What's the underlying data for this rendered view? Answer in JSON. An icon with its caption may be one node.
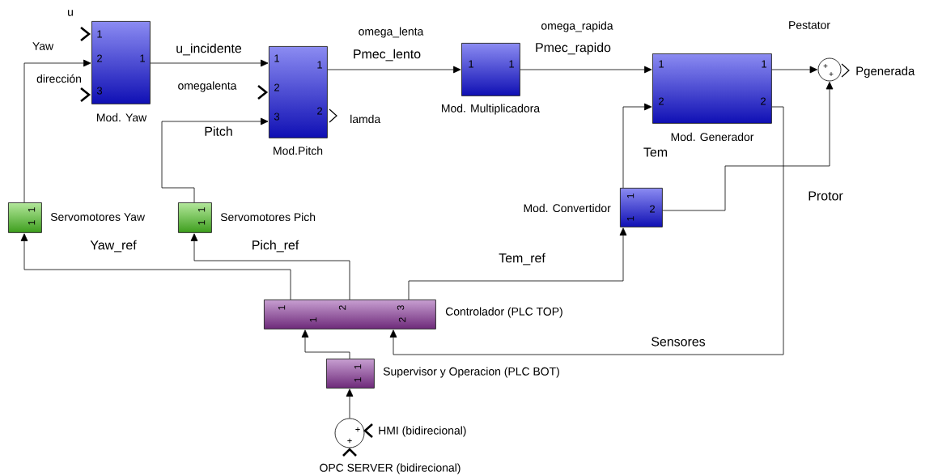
{
  "diagram": {
    "nodes": [
      {
        "text": [
          "1",
          "2",
          "3",
          "1",
          "Mod. Yaw"
        ]
      },
      {
        "text": [
          "1",
          "2",
          "3",
          "1",
          "2",
          "Mod.Pitch"
        ]
      },
      {
        "text": [
          "1",
          "1",
          "Mod. Multiplicadora"
        ]
      },
      {
        "text": [
          "1",
          "2",
          "1",
          "2",
          "Mod. Generador"
        ]
      },
      {
        "text": [
          "+",
          "+"
        ]
      },
      {
        "text": [
          "1",
          "1",
          "Servomotores Yaw"
        ]
      },
      {
        "text": [
          "1",
          "1",
          "Servomotores Pich"
        ]
      },
      {
        "text": [
          "Mod. Convertidor",
          "1",
          "2",
          "1"
        ]
      },
      {
        "text": [
          "1",
          "2",
          "3",
          "1",
          "2",
          "Controlador (PLC TOP)"
        ]
      },
      {
        "text": [
          "1",
          "1",
          "Supervisor y Operacion (PLC BOT)"
        ]
      },
      {
        "text": [
          "+",
          "+"
        ]
      }
    ],
    "edges": [
      {
        "from": 0,
        "to": 1,
        "arrow": "to",
        "label": "u_incidente"
      },
      {
        "from": 1,
        "to": 2,
        "arrow": "to",
        "label": "Pmec_lento"
      },
      {
        "from": 2,
        "to": 3,
        "arrow": "to",
        "label": "Pmec_rapido"
      },
      {
        "from": 3,
        "to": 4,
        "arrow": "to"
      },
      {
        "from": 7,
        "to": 4,
        "arrow": "to"
      },
      {
        "from": 7,
        "to": 3,
        "arrow": "to",
        "label": "Tem"
      },
      {
        "from": 3,
        "to": 8,
        "arrow": "to",
        "label": "Sensores"
      },
      {
        "from": 8,
        "to": 5,
        "arrow": "to",
        "label": "Yaw_ref"
      },
      {
        "from": 8,
        "to": 6,
        "arrow": "to",
        "label": "Pich_ref"
      },
      {
        "from": 8,
        "to": 7,
        "arrow": "to",
        "label": "Tem_ref"
      },
      {
        "from": 5,
        "to": 0,
        "arrow": "to"
      },
      {
        "from": 6,
        "to": 1,
        "arrow": "to",
        "label": "Pitch"
      },
      {
        "from": 9,
        "to": 8,
        "arrow": "to"
      },
      {
        "from": 10,
        "to": 9,
        "arrow": "to"
      }
    ],
    "labels": [
      "u",
      "Yaw",
      "dirección",
      "omegalenta",
      "lamda",
      "omega_lenta",
      "omega_rapida",
      "Pestator",
      "Pgenerada",
      "Protor",
      "HMI (bidirecional)",
      "OPC SERVER (bidirecional)"
    ]
  }
}
